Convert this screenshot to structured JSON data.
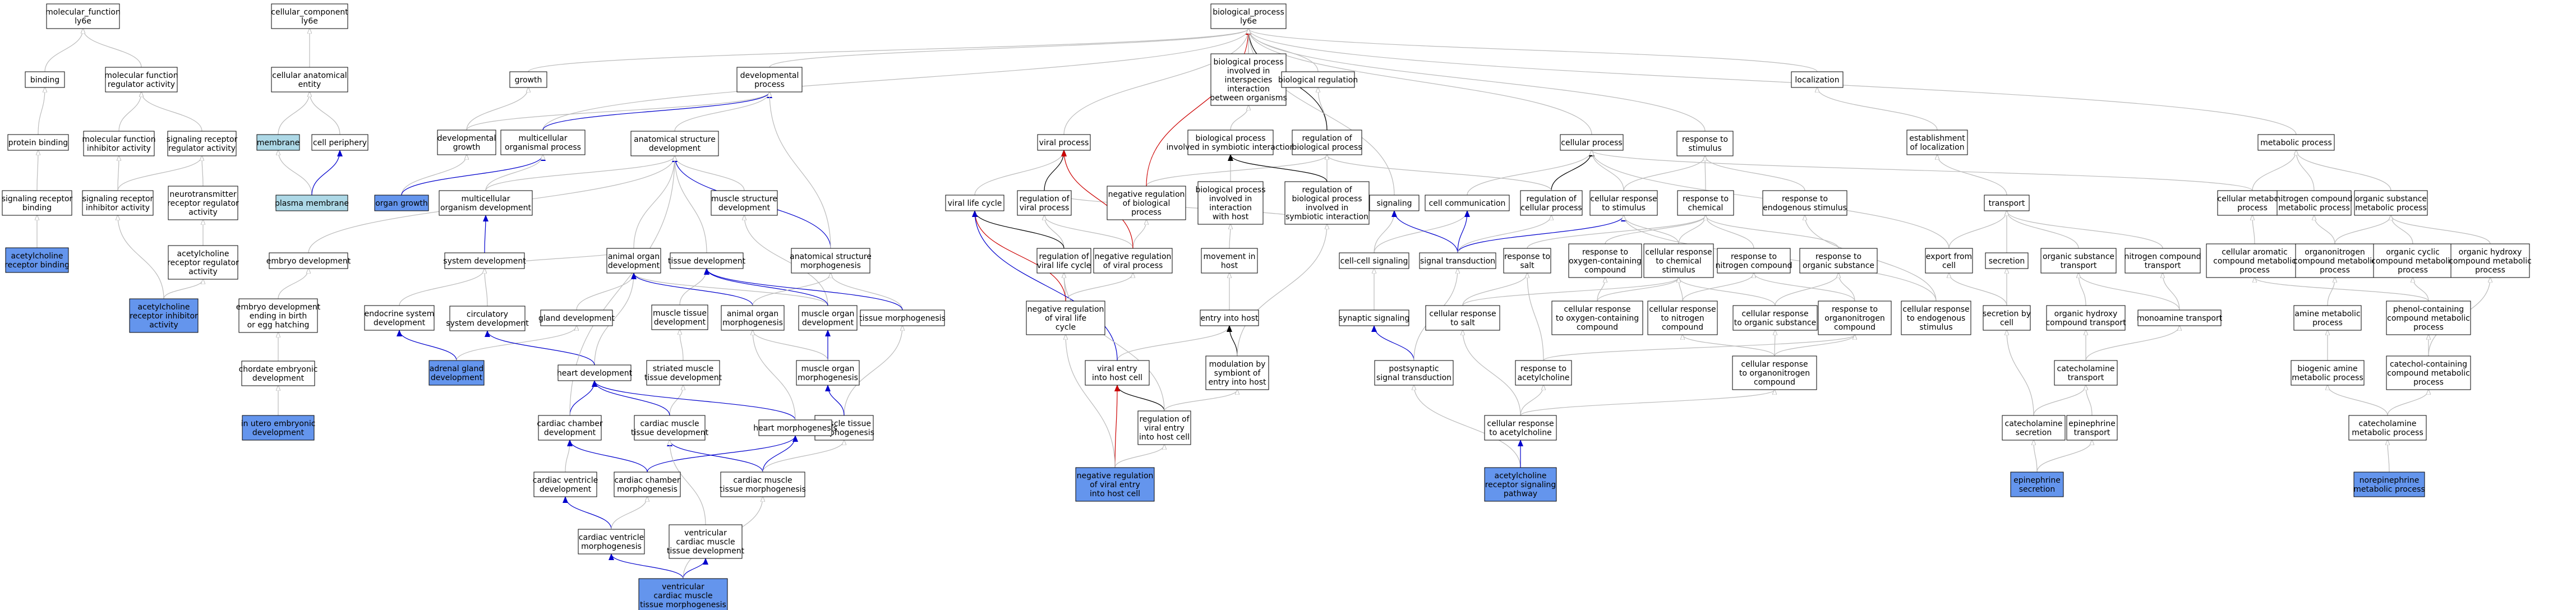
{
  "colors": {
    "is_a": "#bbbbbb",
    "part_of": "#000000",
    "positive": "#0000cc",
    "negative": "#cc0000",
    "annotated": "#6495ed",
    "component": "#add8e6"
  },
  "nodes": {
    "mf": {
      "lines": [
        "molecular_function",
        "ly6e"
      ]
    },
    "binding": {
      "lines": [
        "binding"
      ]
    },
    "mfra": {
      "lines": [
        "molecular function",
        "regulator activity"
      ]
    },
    "proteinbinding": {
      "lines": [
        "protein binding"
      ]
    },
    "mfia": {
      "lines": [
        "molecular function",
        "inhibitor activity"
      ]
    },
    "srra": {
      "lines": [
        "signaling receptor",
        "regulator activity"
      ]
    },
    "srb": {
      "lines": [
        "signaling receptor",
        "binding"
      ]
    },
    "sria": {
      "lines": [
        "signaling receptor",
        "inhibitor activity"
      ]
    },
    "ntrra": {
      "lines": [
        "neurotransmitter",
        "receptor regulator",
        "activity"
      ]
    },
    "achrb": {
      "lines": [
        "acetylcholine",
        "receptor binding"
      ]
    },
    "achrra": {
      "lines": [
        "acetylcholine",
        "receptor regulator",
        "activity"
      ]
    },
    "achria": {
      "lines": [
        "acetylcholine",
        "receptor inhibitor",
        "activity"
      ]
    },
    "cc": {
      "lines": [
        "cellular_component",
        "ly6e"
      ]
    },
    "cae": {
      "lines": [
        "cellular anatomical",
        "entity"
      ]
    },
    "membrane": {
      "lines": [
        "membrane"
      ]
    },
    "cellperiphery": {
      "lines": [
        "cell periphery"
      ]
    },
    "plasmamembrane": {
      "lines": [
        "plasma membrane"
      ]
    },
    "growth": {
      "lines": [
        "growth"
      ]
    },
    "devprocess": {
      "lines": [
        "developmental",
        "process"
      ]
    },
    "devgrowth": {
      "lines": [
        "developmental",
        "growth"
      ]
    },
    "organgrowth": {
      "lines": [
        "organ growth"
      ]
    },
    "mop": {
      "lines": [
        "multicellular",
        "organismal process"
      ]
    },
    "mod": {
      "lines": [
        "multicellular",
        "organism development"
      ]
    },
    "embryodev": {
      "lines": [
        "embryo development"
      ]
    },
    "embryoend": {
      "lines": [
        "embryo development",
        "ending in birth",
        "or egg hatching"
      ]
    },
    "chordate": {
      "lines": [
        "chordate embryonic",
        "development"
      ]
    },
    "utero": {
      "lines": [
        "in utero embryonic",
        "development"
      ]
    },
    "asd": {
      "lines": [
        "anatomical structure",
        "development"
      ]
    },
    "systemdev": {
      "lines": [
        "system development"
      ]
    },
    "endocrine": {
      "lines": [
        "endocrine system",
        "development"
      ]
    },
    "circulatory": {
      "lines": [
        "circulatory",
        "system development"
      ]
    },
    "adrenal": {
      "lines": [
        "adrenal gland",
        "development"
      ]
    },
    "organdev": {
      "lines": [
        "animal organ",
        "development"
      ]
    },
    "glanddev": {
      "lines": [
        "gland development"
      ]
    },
    "heartdev": {
      "lines": [
        "heart development"
      ]
    },
    "tissuedev": {
      "lines": [
        "tissue development"
      ]
    },
    "mtissuedev": {
      "lines": [
        "muscle tissue",
        "development"
      ]
    },
    "striated": {
      "lines": [
        "striated muscle",
        "tissue development"
      ]
    },
    "cmtd": {
      "lines": [
        "cardiac muscle",
        "tissue development"
      ]
    },
    "msd": {
      "lines": [
        "muscle structure",
        "development"
      ]
    },
    "mod2": {
      "lines": [
        "muscle organ",
        "development"
      ]
    },
    "aom": {
      "lines": [
        "animal organ",
        "morphogenesis"
      ]
    },
    "asm": {
      "lines": [
        "anatomical structure",
        "morphogenesis"
      ]
    },
    "tissuemorph": {
      "lines": [
        "tissue morphogenesis"
      ]
    },
    "mom": {
      "lines": [
        "muscle organ",
        "morphogenesis"
      ]
    },
    "mtm": {
      "lines": [
        "muscle tissue",
        "morphogenesis"
      ]
    },
    "heartmorph": {
      "lines": [
        "heart morphogenesis"
      ]
    },
    "ccd": {
      "lines": [
        "cardiac chamber",
        "development"
      ]
    },
    "cvd": {
      "lines": [
        "cardiac ventricle",
        "development"
      ]
    },
    "ccm": {
      "lines": [
        "cardiac chamber",
        "morphogenesis"
      ]
    },
    "cmtm": {
      "lines": [
        "cardiac muscle",
        "tissue morphogenesis"
      ]
    },
    "cvm": {
      "lines": [
        "cardiac ventricle",
        "morphogenesis"
      ]
    },
    "vcmtd": {
      "lines": [
        "ventricular",
        "cardiac muscle",
        "tissue development"
      ]
    },
    "vcmtm": {
      "lines": [
        "ventricular",
        "cardiac muscle",
        "tissue morphogenesis"
      ]
    },
    "bp": {
      "lines": [
        "biological_process",
        "ly6e"
      ]
    },
    "bpinter": {
      "lines": [
        "biological process",
        "involved in",
        "interspecies",
        "interaction",
        "between organisms"
      ]
    },
    "bioreg": {
      "lines": [
        "biological regulation"
      ]
    },
    "viralprocess": {
      "lines": [
        "viral process"
      ]
    },
    "bpsymb": {
      "lines": [
        "biological process",
        "involved in symbiotic interaction"
      ]
    },
    "regbp": {
      "lines": [
        "regulation of",
        "biological process"
      ]
    },
    "negregbp": {
      "lines": [
        "negative regulation",
        "of biological",
        "process"
      ]
    },
    "bphost": {
      "lines": [
        "biological process",
        "involved in",
        "interaction",
        "with host"
      ]
    },
    "regbpsymb": {
      "lines": [
        "regulation of",
        "biological process",
        "involved in",
        "symbiotic interaction"
      ]
    },
    "viralcycle": {
      "lines": [
        "viral life cycle"
      ]
    },
    "regviral": {
      "lines": [
        "regulation of",
        "viral process"
      ]
    },
    "regviralcycle": {
      "lines": [
        "regulation of",
        "viral life cycle"
      ]
    },
    "negregviral": {
      "lines": [
        "negative regulation",
        "of viral process"
      ]
    },
    "negregviralcycle": {
      "lines": [
        "negative regulation",
        "of viral life",
        "cycle"
      ]
    },
    "movement": {
      "lines": [
        "movement in",
        "host"
      ]
    },
    "entry": {
      "lines": [
        "entry into host"
      ]
    },
    "viralentry": {
      "lines": [
        "viral entry",
        "into host cell"
      ]
    },
    "modsymb": {
      "lines": [
        "modulation by",
        "symbiont of",
        "entry into host"
      ]
    },
    "regviralentry": {
      "lines": [
        "regulation of",
        "viral entry",
        "into host cell"
      ]
    },
    "negviralentry": {
      "lines": [
        "negative regulation",
        "of viral entry",
        "into host cell"
      ]
    },
    "cellproc": {
      "lines": [
        "cellular process"
      ]
    },
    "respstim": {
      "lines": [
        "response to",
        "stimulus"
      ]
    },
    "signaling": {
      "lines": [
        "signaling"
      ]
    },
    "cellcomm": {
      "lines": [
        "cell communication"
      ]
    },
    "regcellproc": {
      "lines": [
        "regulation of",
        "cellular process"
      ]
    },
    "cellresp": {
      "lines": [
        "cellular response",
        "to stimulus"
      ]
    },
    "cellcell": {
      "lines": [
        "cell-cell signaling"
      ]
    },
    "sigtrans": {
      "lines": [
        "signal transduction"
      ]
    },
    "synaptic": {
      "lines": [
        "synaptic signaling"
      ]
    },
    "postsyn": {
      "lines": [
        "postsynaptic",
        "signal transduction"
      ]
    },
    "achrsig": {
      "lines": [
        "acetylcholine",
        "receptor signaling",
        "pathway"
      ]
    },
    "respchem": {
      "lines": [
        "response to",
        "chemical"
      ]
    },
    "respendo": {
      "lines": [
        "response to",
        "endogenous stimulus"
      ]
    },
    "respsalt": {
      "lines": [
        "response to",
        "salt"
      ]
    },
    "respoxy": {
      "lines": [
        "response to",
        "oxygen-containing",
        "compound"
      ]
    },
    "cellrespchem": {
      "lines": [
        "cellular response",
        "to chemical",
        "stimulus"
      ]
    },
    "respnitro": {
      "lines": [
        "response to",
        "nitrogen compound"
      ]
    },
    "resporg": {
      "lines": [
        "response to",
        "organic substance"
      ]
    },
    "cellrespsalt": {
      "lines": [
        "cellular response",
        "to salt"
      ]
    },
    "cellrespoxy": {
      "lines": [
        "cellular response",
        "to oxygen-containing",
        "compound"
      ]
    },
    "cellrespnitro": {
      "lines": [
        "cellular response",
        "to nitrogen",
        "compound"
      ]
    },
    "cellresporg": {
      "lines": [
        "cellular response",
        "to organic substance"
      ]
    },
    "resporgnitro": {
      "lines": [
        "response to",
        "organonitrogen",
        "compound"
      ]
    },
    "cellrespendo": {
      "lines": [
        "cellular response",
        "to endogenous",
        "stimulus"
      ]
    },
    "respach": {
      "lines": [
        "response to",
        "acetylcholine"
      ]
    },
    "cellresporgnitro": {
      "lines": [
        "cellular response",
        "to organonitrogen",
        "compound"
      ]
    },
    "cellrespach": {
      "lines": [
        "cellular response",
        "to acetylcholine"
      ]
    },
    "localization": {
      "lines": [
        "localization"
      ]
    },
    "estloc": {
      "lines": [
        "establishment",
        "of localization"
      ]
    },
    "transport": {
      "lines": [
        "transport"
      ]
    },
    "exportcell": {
      "lines": [
        "export from",
        "cell"
      ]
    },
    "secretion": {
      "lines": [
        "secretion"
      ]
    },
    "secretioncell": {
      "lines": [
        "secretion by",
        "cell"
      ]
    },
    "orgsubtrans": {
      "lines": [
        "organic substance",
        "transport"
      ]
    },
    "nitrotrans": {
      "lines": [
        "nitrogen compound",
        "transport"
      ]
    },
    "orghydtrans": {
      "lines": [
        "organic hydroxy",
        "compound transport"
      ]
    },
    "monoamine": {
      "lines": [
        "monoamine transport"
      ]
    },
    "catechtrans": {
      "lines": [
        "catecholamine",
        "transport"
      ]
    },
    "catechsec": {
      "lines": [
        "catecholamine",
        "secretion"
      ]
    },
    "epitrans": {
      "lines": [
        "epinephrine",
        "transport"
      ]
    },
    "episec": {
      "lines": [
        "epinephrine",
        "secretion"
      ]
    },
    "metabolic": {
      "lines": [
        "metabolic process"
      ]
    },
    "cellmet": {
      "lines": [
        "cellular metabolic",
        "process"
      ]
    },
    "nitromet": {
      "lines": [
        "nitrogen compound",
        "metabolic process"
      ]
    },
    "orgsubmet": {
      "lines": [
        "organic substance",
        "metabolic process"
      ]
    },
    "cellarom": {
      "lines": [
        "cellular aromatic",
        "compound metabolic",
        "process"
      ]
    },
    "organonitmet": {
      "lines": [
        "organonitrogen",
        "compound metabolic",
        "process"
      ]
    },
    "orgcyclic": {
      "lines": [
        "organic cyclic",
        "compound metabolic",
        "process"
      ]
    },
    "orghydmet": {
      "lines": [
        "organic hydroxy",
        "compound metabolic",
        "process"
      ]
    },
    "aminemet": {
      "lines": [
        "amine metabolic",
        "process"
      ]
    },
    "phenol": {
      "lines": [
        "phenol-containing",
        "compound metabolic",
        "process"
      ]
    },
    "biogenic": {
      "lines": [
        "biogenic amine",
        "metabolic process"
      ]
    },
    "catechol": {
      "lines": [
        "catechol-containing",
        "compound metabolic",
        "process"
      ]
    },
    "catechmet": {
      "lines": [
        "catecholamine",
        "metabolic process"
      ]
    },
    "norepi": {
      "lines": [
        "norepinephrine",
        "metabolic process"
      ]
    }
  }
}
